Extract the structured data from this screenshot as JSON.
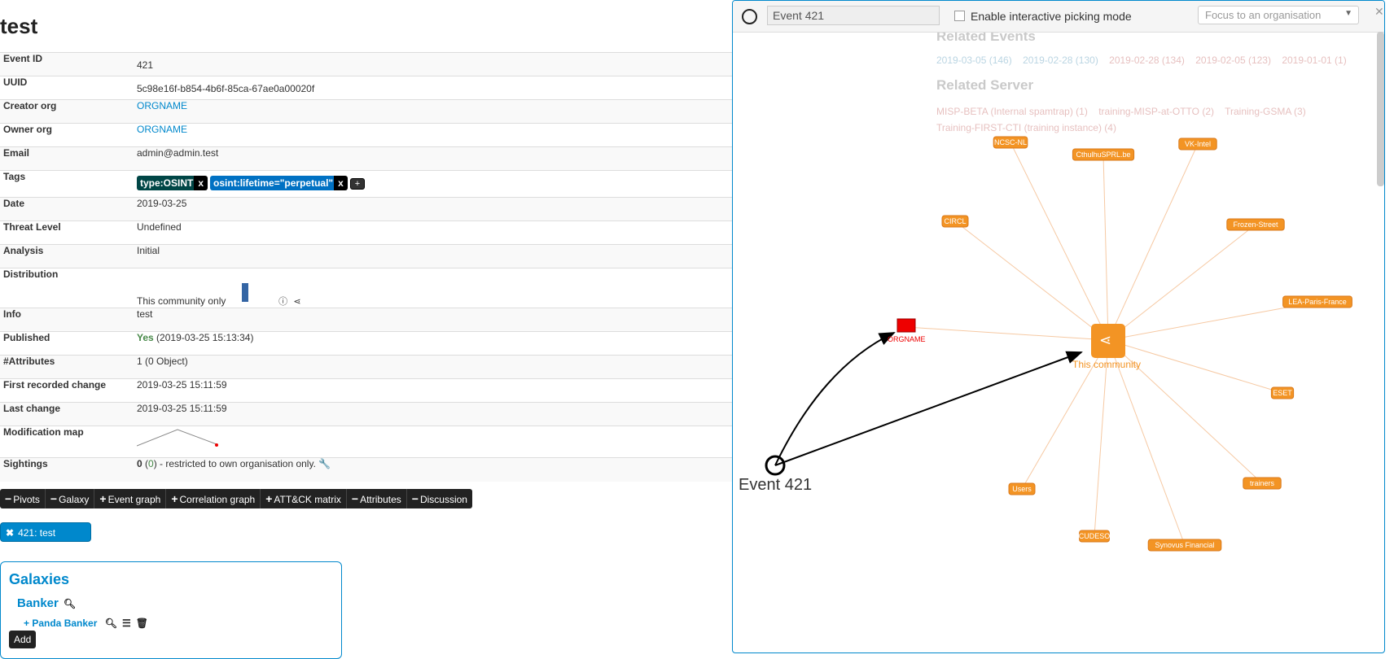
{
  "page": {
    "title": "test"
  },
  "details": [
    {
      "key": "Event ID",
      "value": "421"
    },
    {
      "key": "UUID",
      "value": "5c98e16f-b854-4b6f-85ca-67ae0a00020f"
    },
    {
      "key": "Creator org",
      "value": "ORGNAME"
    },
    {
      "key": "Owner org",
      "value": "ORGNAME"
    },
    {
      "key": "Email",
      "value": "admin@admin.test"
    },
    {
      "key": "Tags",
      "value": ""
    },
    {
      "key": "Date",
      "value": "2019-03-25"
    },
    {
      "key": "Threat Level",
      "value": "Undefined"
    },
    {
      "key": "Analysis",
      "value": "Initial"
    },
    {
      "key": "Distribution",
      "value": "This community only"
    },
    {
      "key": "Info",
      "value": "test"
    },
    {
      "key": "Published",
      "value": "Yes",
      "extra": "(2019-03-25 15:13:34)"
    },
    {
      "key": "#Attributes",
      "value": "1 (0 Object)"
    },
    {
      "key": "First recorded change",
      "value": "2019-03-25 15:11:59"
    },
    {
      "key": "Last change",
      "value": "2019-03-25 15:11:59"
    },
    {
      "key": "Modification map",
      "value": ""
    },
    {
      "key": "Sightings",
      "value": "0",
      "extra_open": "(",
      "extra_green": "0",
      "extra_close": ") - restricted to own organisation only."
    }
  ],
  "tags": [
    {
      "label": "type:OSINT",
      "color": "#004646"
    },
    {
      "label": "osint:lifetime=\"perpetual\"",
      "color": "#0071c3"
    }
  ],
  "tag_add": "+",
  "tag_remove": "x",
  "toolbar": [
    "Pivots",
    "Galaxy",
    "Event graph",
    "Correlation graph",
    "ATT&CK matrix",
    "Attributes",
    "Discussion"
  ],
  "toolbar_prefix": [
    "−",
    "−",
    "+",
    "+",
    "+",
    "−",
    "−"
  ],
  "pivot_chip": {
    "close": "✖",
    "label": "421: test"
  },
  "galaxies": {
    "title": "Galaxies",
    "cluster": "Banker",
    "item": "+ Panda Banker",
    "add": "Add"
  },
  "panel": {
    "search_value": "Event 421",
    "picking_label": "Enable interactive picking mode",
    "focus_placeholder": "Focus to an organisation",
    "related_events_title": "Related Events",
    "related_events": [
      {
        "label": "2019-03-05 (146)",
        "color": "#3a87ad"
      },
      {
        "label": "2019-02-28 (130)",
        "color": "#3a87ad"
      },
      {
        "label": "2019-02-28 (134)",
        "color": "#b94a48"
      },
      {
        "label": "2019-02-05 (123)",
        "color": "#b94a48"
      },
      {
        "label": "2019-01-01 (1)",
        "color": "#b94a48"
      }
    ],
    "related_server_title": "Related Server",
    "related_servers": [
      "MISP-BETA (Internal spamtrap) (1)",
      "training-MISP-at-OTTO (2)",
      "Training-GSMA (3)",
      "Training-FIRST-CTI (training instance) (4)"
    ]
  },
  "graph": {
    "root": "Event 421",
    "org_node": "ORGNAME",
    "community_node": "This community",
    "orgs": [
      "NCSC-NL",
      "CthulhuSPRL.be",
      "VK-Intel",
      "CIRCL",
      "Frozen-Street",
      "LEA-Paris-France",
      "ESET",
      "trainers",
      "Synovus Financial",
      "CUDESO",
      "Users"
    ],
    "accent": "#f39424"
  }
}
